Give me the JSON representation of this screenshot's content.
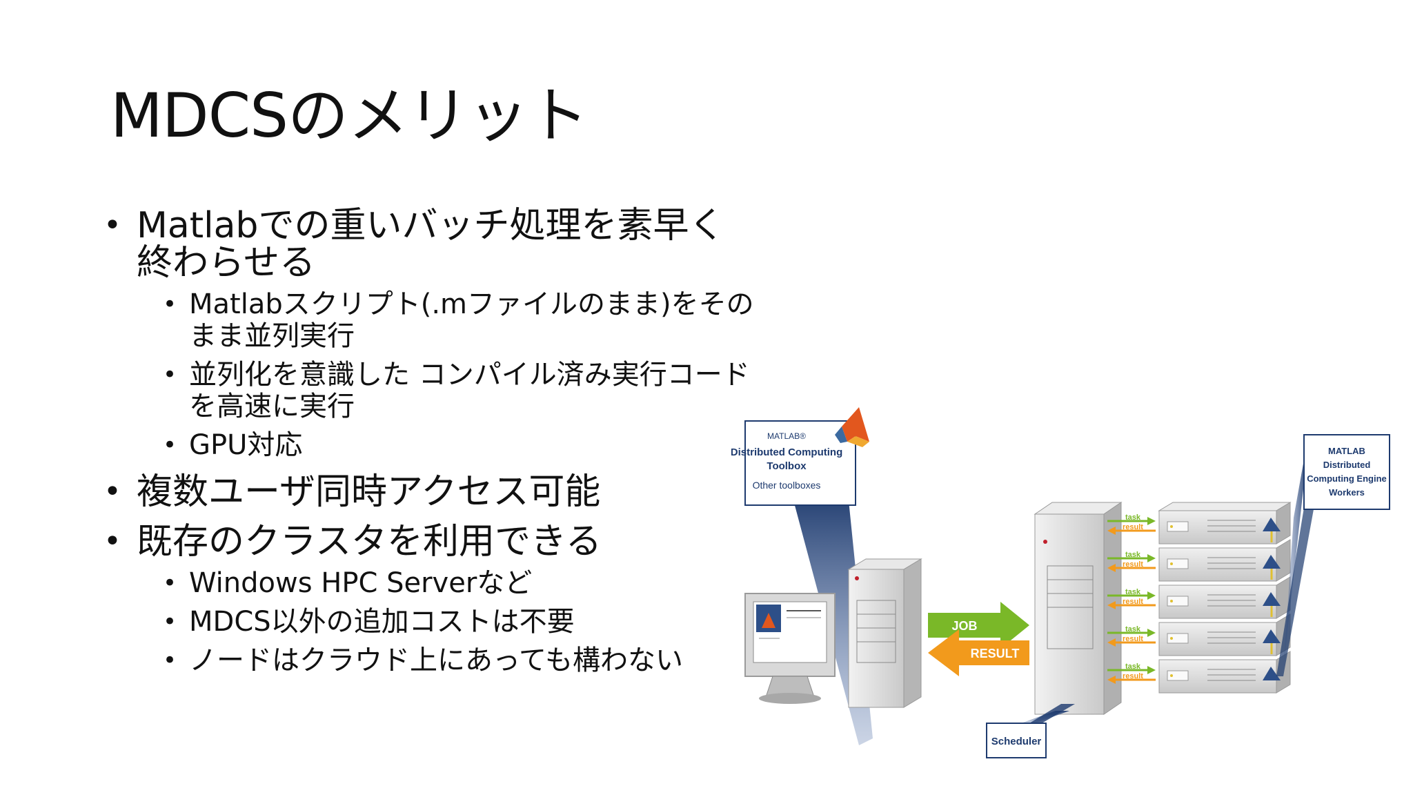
{
  "slide": {
    "title": "MDCSのメリット",
    "bullets": [
      {
        "text": "Matlabでの重いバッチ処理を素早く終わらせる",
        "sub": [
          "Matlabスクリプト(.mファイルのまま)をそのまま並列実行",
          "並列化を意識した コンパイル済み実行コードを高速に実行",
          "GPU対応"
        ]
      },
      {
        "text": "複数ユーザ同時アクセス可能",
        "sub": []
      },
      {
        "text": "既存のクラスタを利用できる",
        "sub": [
          "Windows HPC Serverなど",
          "MDCS以外の追加コストは不要",
          "ノードはクラウド上にあっても構わない"
        ]
      }
    ]
  },
  "diagram": {
    "toolbox_box": {
      "line1": "MATLAB®",
      "line2": "Distributed Computing",
      "line3": "Toolbox",
      "line4": "Other toolboxes"
    },
    "workers_box": {
      "line1": "MATLAB",
      "line2": "Distributed",
      "line3": "Computing Engine",
      "line4": "Workers"
    },
    "scheduler_label": "Scheduler",
    "job_label": "JOB",
    "result_label": "RESULT",
    "task_label": "task",
    "result_small_label": "result",
    "colors": {
      "job_arrow": "#7ab828",
      "result_arrow": "#f29a1c",
      "callout_blue": "#1d3a6e",
      "server_gray": "#d6d6d6"
    }
  }
}
